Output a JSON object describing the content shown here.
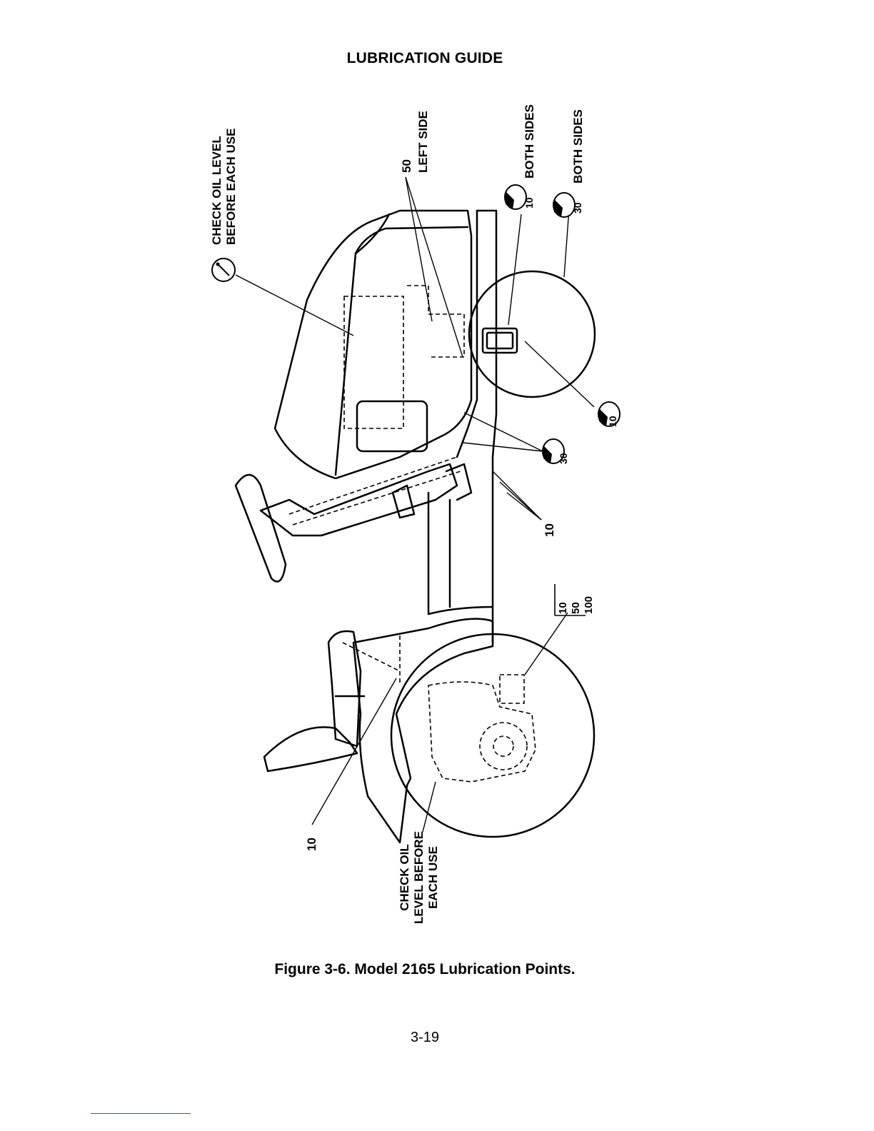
{
  "header": {
    "title": "LUBRICATION GUIDE"
  },
  "labels": {
    "check_oil_top": [
      "CHECK OIL LEVEL",
      "BEFORE EACH USE"
    ],
    "fifty_left": "50",
    "left_side": "LEFT SIDE",
    "both_sides_1": "BOTH SIDES",
    "both_sides_2": "BOTH SIDES",
    "ten_mid": "10",
    "bracket_intervals": [
      "10",
      "50",
      "100"
    ],
    "ten_bottom": "10",
    "check_oil_bottom": [
      "CHECK OIL",
      "LEVEL BEFORE",
      "EACH USE"
    ],
    "badge_10_top": "10",
    "badge_30_top": "30",
    "badge_10_right": "10",
    "badge_30_mid": "30"
  },
  "caption": "Figure 3-6. Model 2165 Lubrication Points.",
  "page_number": "3-19",
  "icons": [
    "dipstick-icon",
    "grease-gun-icon",
    "oil-can-icon",
    "hour-glass-icon"
  ]
}
